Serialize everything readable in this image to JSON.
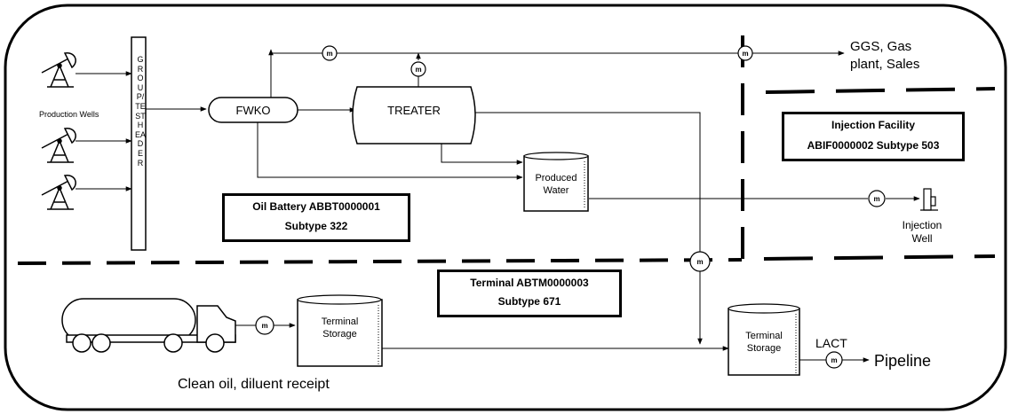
{
  "labels": {
    "production_wells": "Production Wells",
    "header_text": "GROUP/TEST HEADER",
    "fwko": "FWKO",
    "treater": "TREATER",
    "produced_water_line1": "Produced",
    "produced_water_line2": "Water",
    "ggs_line1": "GGS, Gas",
    "ggs_line2": "plant, Sales",
    "injection_well_line1": "Injection",
    "injection_well_line2": "Well",
    "terminal_storage_line1": "Terminal",
    "terminal_storage_line2": "Storage",
    "lact": "LACT",
    "pipeline": "Pipeline",
    "clean_oil": "Clean oil, diluent receipt",
    "meter": "m"
  },
  "facilities": {
    "oil_battery": {
      "line1": "Oil Battery ABBT0000001",
      "line2": "Subtype 322"
    },
    "injection": {
      "line1": "Injection Facility",
      "line2": "ABIF0000002 Subtype 503"
    },
    "terminal": {
      "line1": "Terminal ABTM0000003",
      "line2": "Subtype 671"
    }
  }
}
